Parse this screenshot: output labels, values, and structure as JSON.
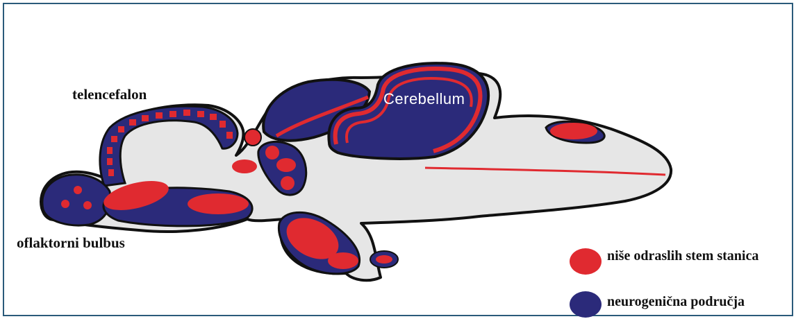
{
  "labels": {
    "telencephalon": "telencefalon",
    "olfactory_bulb": "oflaktorni bulbus",
    "cerebellum": "Cerebellum"
  },
  "legend": [
    {
      "label": "niše odraslih stem stanica",
      "color": "#e02a30"
    },
    {
      "label": "neurogenična područja",
      "color": "#2b2a7a"
    }
  ],
  "colors": {
    "brain_fill": "#e6e6e6",
    "outline": "#111111",
    "niche_red": "#e02a30",
    "neurogenic_blue": "#2b2a7a"
  }
}
